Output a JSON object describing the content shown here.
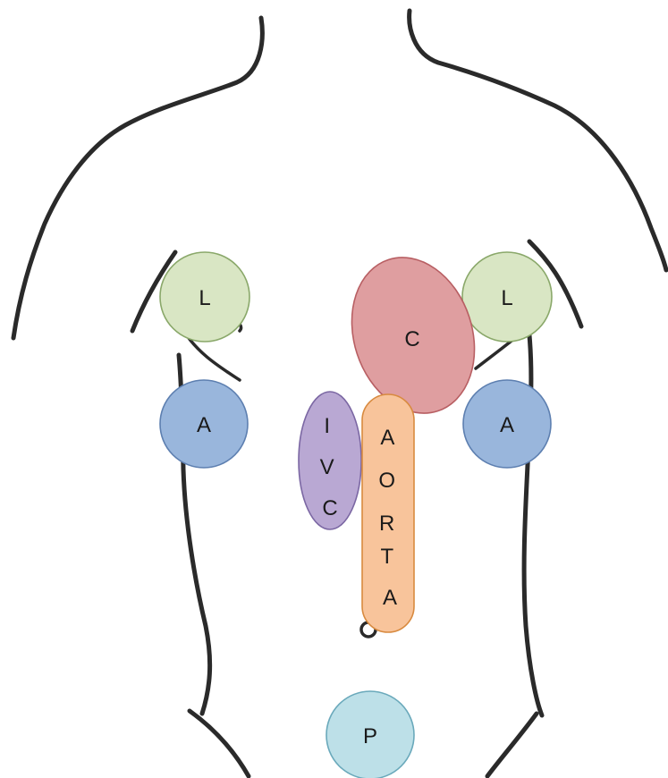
{
  "colors": {
    "liver": {
      "fill": "#d9e6c4",
      "stroke": "#8aa86a"
    },
    "kidney_a": {
      "fill": "#99b6dc",
      "stroke": "#5d7fb0"
    },
    "cardiac": {
      "fill": "#df9ea0",
      "stroke": "#b85f63"
    },
    "ivc": {
      "fill": "#b9a8d3",
      "stroke": "#7b67a3"
    },
    "aorta": {
      "fill": "#f8c49b",
      "stroke": "#d88a3f"
    },
    "pelvis": {
      "fill": "#bde0e8",
      "stroke": "#6aa9bb"
    },
    "outline": "#2a2a2a"
  },
  "labels": {
    "liver_left": "L",
    "liver_right": "L",
    "a_left": "A",
    "a_right": "A",
    "cardiac": "C",
    "ivc": "IVC",
    "aorta": "AORTA",
    "pelvis": "P"
  }
}
